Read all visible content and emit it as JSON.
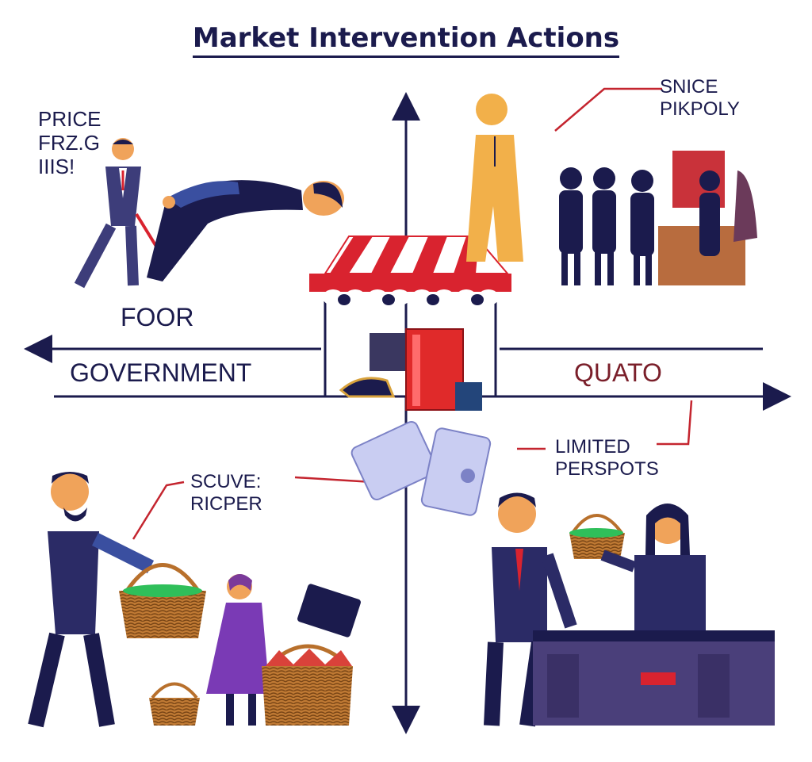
{
  "title": "Market Intervention Actions",
  "labels": {
    "price_lines": "PRICE\nFRZ.G\nIIIS!",
    "floor": "FOOR",
    "government": "GOVERNMENT",
    "quota": "QUATO",
    "top_right": "SNICE\nPIKPOLY",
    "subsidy": "SCUVE:\nRICPER",
    "limited": "LIMITED\nPERSPOTS"
  },
  "colors": {
    "navy": "#1b1b4d",
    "red": "#d9232f",
    "accent_line": "#c4252f",
    "orange_figure": "#f2b04a",
    "basket": "#b8702c",
    "skin": "#f0a35a"
  }
}
